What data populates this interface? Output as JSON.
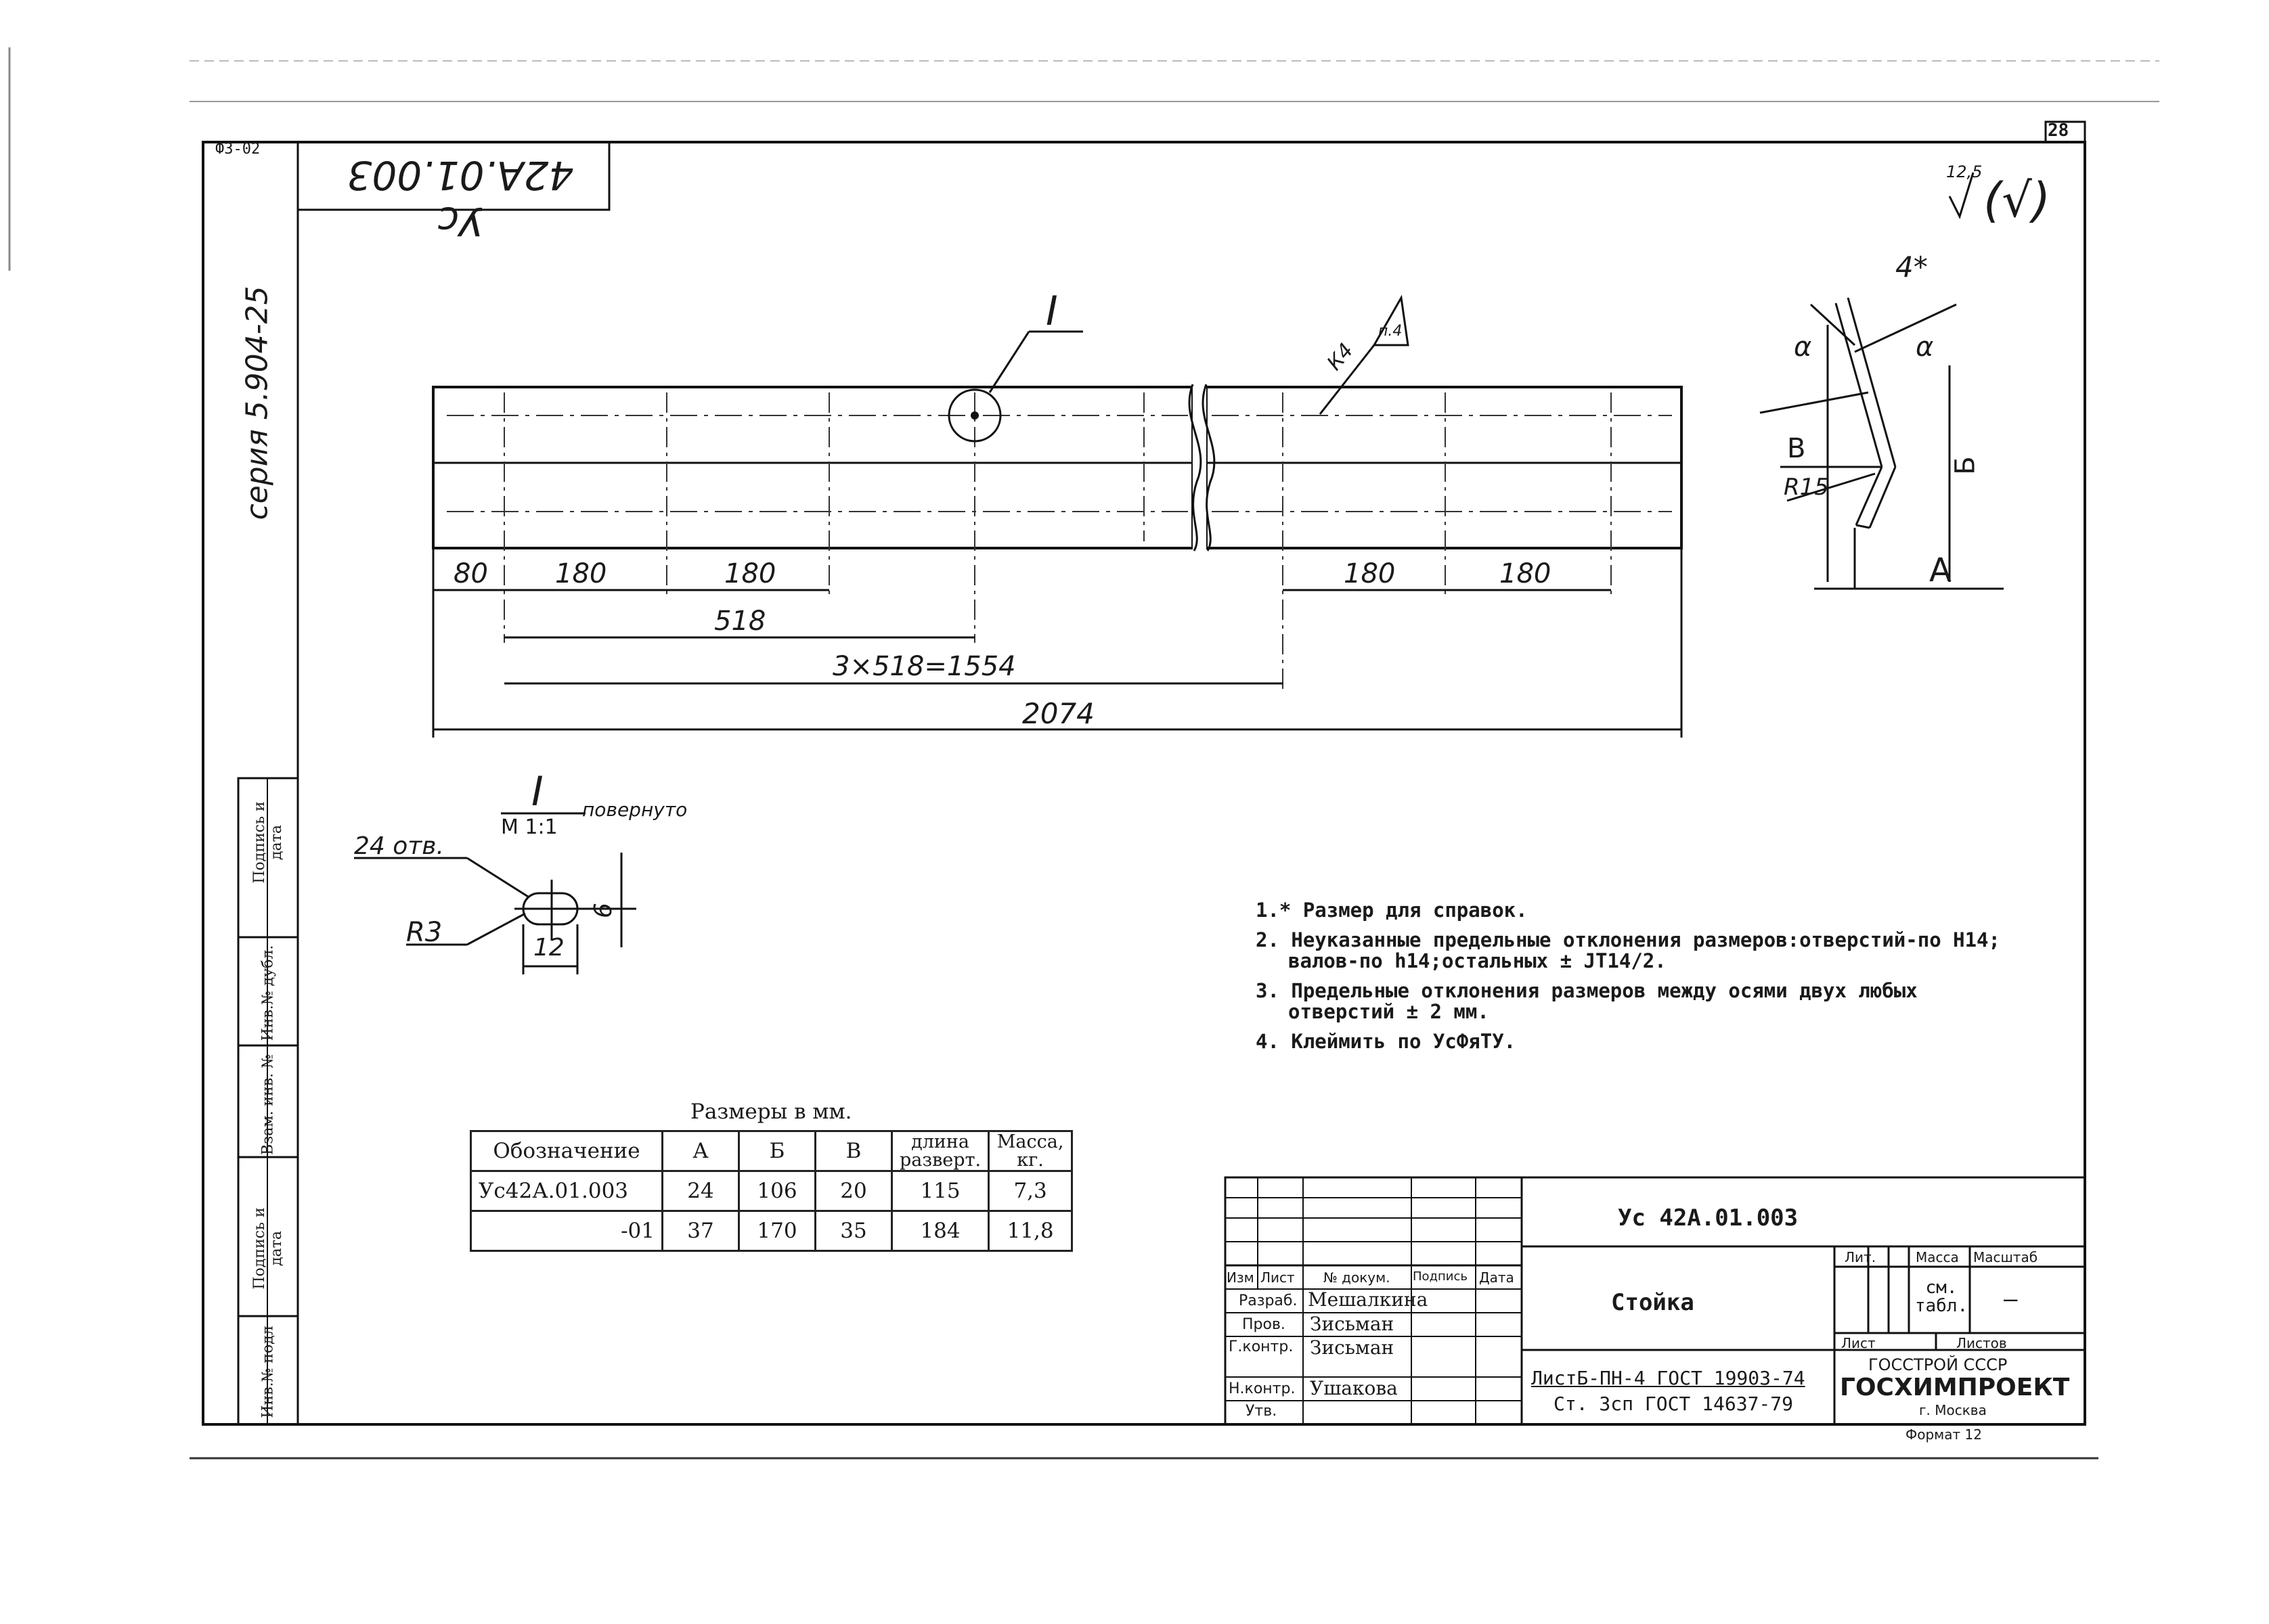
{
  "sheet": {
    "sheet_number": "28",
    "corner_code": "Ф3-02",
    "rotated_code": "Ус 42А.01.003",
    "series": "серия 5.904-25",
    "roughness_value": "12,5",
    "roughness_paren": "(√)"
  },
  "side_stamps": [
    "Подпись и дата",
    "Инв.№ дубл.",
    "Взам. инв. №",
    "Подпись и дата",
    "Инв.№ подл"
  ],
  "drawing": {
    "detail_label": "I",
    "weld_mark": "К4",
    "weld_note": "п.4",
    "dims_top": [
      "80",
      "180",
      "180",
      "180",
      "180"
    ],
    "dim_518": "518",
    "dim_1554": "3×518=1554",
    "dim_2074": "2074",
    "section": {
      "angle_dim": "4*",
      "alpha_left": "α",
      "alpha_right": "α",
      "label_b": "Б",
      "label_v": "В",
      "radius": "R15",
      "label_a": "А"
    },
    "detail": {
      "title": "I",
      "scale": "М 1:1",
      "rotated": "повернуто",
      "holes": "24 отв.",
      "radius": "R3",
      "width": "12",
      "height": "6"
    }
  },
  "notes": [
    "1.* Размер для справок.",
    "2. Неуказанные предельные отклонения размеров:отверстий-по H14;",
    "валов-по h14;остальных ± JT14/2.",
    "3. Предельные отклонения размеров между осями двух любых",
    "отверстий ± 2 мм.",
    "4. Клеймить по УсФяТУ."
  ],
  "size_table": {
    "caption": "Размеры в мм.",
    "headers": [
      "Обозначение",
      "А",
      "Б",
      "В",
      "длина разверт.",
      "Масса, кг."
    ],
    "rows": [
      [
        "Ус42А.01.003",
        "24",
        "106",
        "20",
        "115",
        "7,3"
      ],
      [
        "-01",
        "37",
        "170",
        "35",
        "184",
        "11,8"
      ]
    ]
  },
  "title_block": {
    "doc_code": "Ус 42А.01.003",
    "name": "Стойка",
    "col_headers": [
      "Изм",
      "Лист",
      "№ докум.",
      "Подпись",
      "Дата"
    ],
    "roles": [
      {
        "role": "Разраб.",
        "person": "Мешалкина"
      },
      {
        "role": "Пров.",
        "person": "Зисьман"
      },
      {
        "role": "Г.контр.",
        "person": "Зисьман"
      },
      {
        "role": "Н.контр.",
        "person": "Ушакова"
      },
      {
        "role": "Утв.",
        "person": ""
      }
    ],
    "material_line1": "ЛистБ-ПН-4 ГОСТ 19903-74",
    "material_line2": "Ст. 3сп ГОСТ 14637-79",
    "lit_header": "Лит.",
    "mass_header": "Масса",
    "scale_header": "Масштаб",
    "mass_value": "см. табл.",
    "scale_value": "—",
    "sheet_label": "Лист",
    "sheets_label": "Листов",
    "org_line1": "ГОССТРОЙ СССР",
    "org_line2": "ГОСХИМПРОЕКТ",
    "org_city": "г. Москва",
    "format": "Формат 12"
  }
}
